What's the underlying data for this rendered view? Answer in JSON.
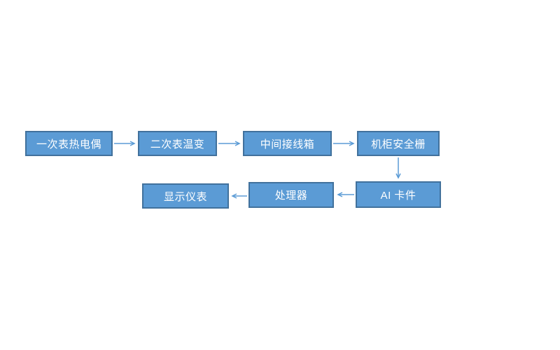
{
  "diagram": {
    "type": "flowchart",
    "background_color": "#ffffff",
    "node_fill_color": "#5b9bd5",
    "node_border_color": "#41719c",
    "node_text_color": "#ffffff",
    "connector_color": "#5b9bd5",
    "nodes": [
      {
        "id": "primary-thermocouple",
        "label": "一次表热电偶"
      },
      {
        "id": "secondary-temp-transmitter",
        "label": "二次表温变"
      },
      {
        "id": "intermediate-junction-box",
        "label": "中间接线箱"
      },
      {
        "id": "cabinet-safety-barrier",
        "label": "机柜安全栅"
      },
      {
        "id": "ai-card",
        "label": "AI 卡件"
      },
      {
        "id": "processor",
        "label": "处理器"
      },
      {
        "id": "display-instrument",
        "label": "显示仪表"
      }
    ],
    "edges": [
      {
        "from": "一次表热电偶",
        "to": "二次表温变",
        "direction": "right"
      },
      {
        "from": "二次表温变",
        "to": "中间接线箱",
        "direction": "right"
      },
      {
        "from": "中间接线箱",
        "to": "机柜安全栅",
        "direction": "right"
      },
      {
        "from": "机柜安全栅",
        "to": "AI 卡件",
        "direction": "down"
      },
      {
        "from": "AI 卡件",
        "to": "处理器",
        "direction": "left"
      },
      {
        "from": "处理器",
        "to": "显示仪表",
        "direction": "left"
      }
    ]
  }
}
